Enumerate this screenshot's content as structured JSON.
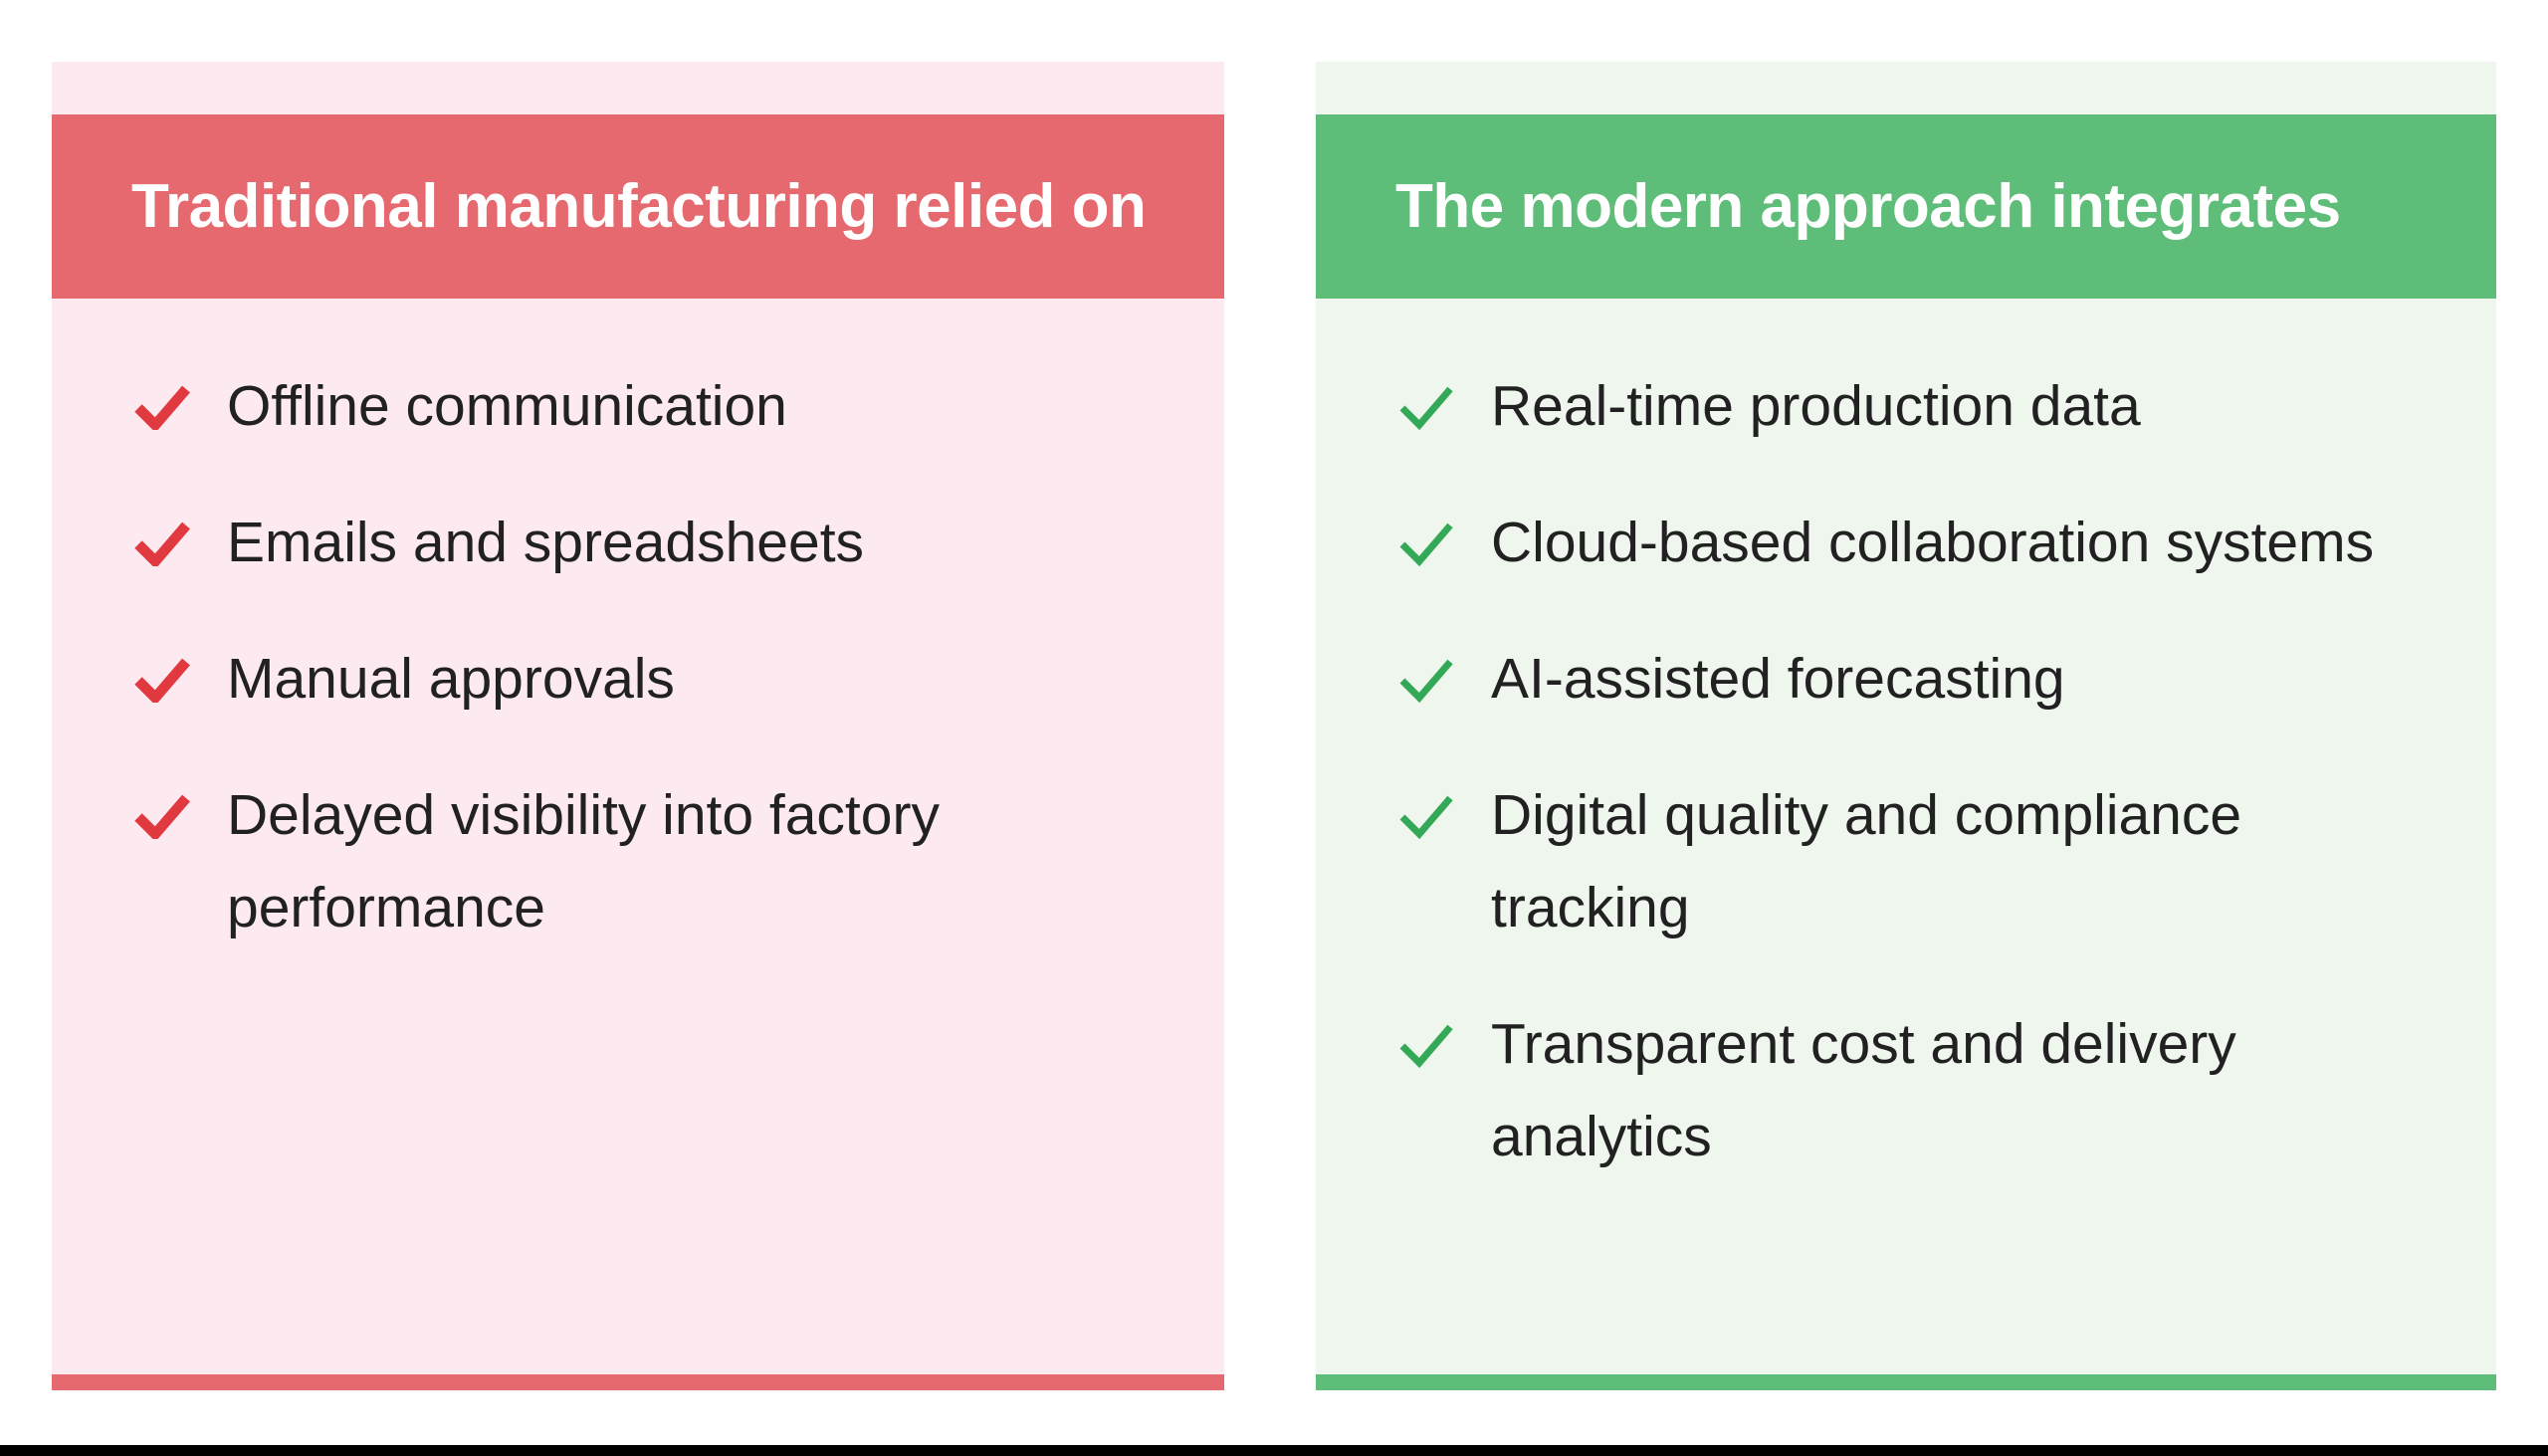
{
  "page": {
    "background_color": "#ffffff",
    "bottom_bar_color": "#000000",
    "text_color": "#212121"
  },
  "left_card": {
    "title": "Traditional manufacturing relied on",
    "accent_color": "#e5696f",
    "background_color": "#fdeaf0",
    "check_color": "#e0393f",
    "check_icon": "checkmark",
    "items": [
      {
        "lines": [
          "Offline communication"
        ]
      },
      {
        "lines": [
          "Emails and spreadsheets"
        ]
      },
      {
        "lines": [
          "Manual approvals"
        ]
      },
      {
        "lines": [
          "Delayed visibility into factory",
          "performance"
        ]
      }
    ]
  },
  "right_card": {
    "title": "The modern approach integrates",
    "accent_color": "#5ebd78",
    "background_color": "#eef6ed",
    "check_color": "#33a957",
    "check_icon": "checkmark",
    "items": [
      {
        "lines": [
          "Real-time production data"
        ]
      },
      {
        "lines": [
          "Cloud-based collaboration systems"
        ]
      },
      {
        "lines": [
          "AI-assisted forecasting"
        ]
      },
      {
        "lines": [
          "Digital quality and compliance",
          "tracking"
        ]
      },
      {
        "lines": [
          "Transparent cost and delivery",
          "analytics"
        ]
      }
    ]
  }
}
